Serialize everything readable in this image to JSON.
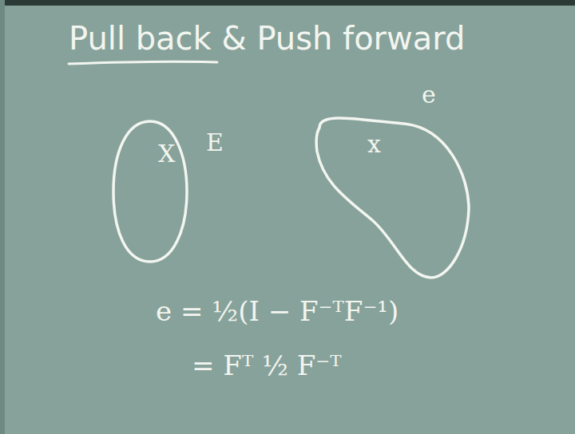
{
  "diagram": {
    "title": "Pull back & Push forward",
    "nodes": [
      {
        "text": [
          "X",
          "E"
        ]
      },
      {
        "text": [
          "e",
          "x"
        ]
      }
    ],
    "labels": [
      "e = ½(I − F⁻ᵀF⁻¹)",
      "= Fᵀ ½ F⁻ᵀ"
    ]
  }
}
